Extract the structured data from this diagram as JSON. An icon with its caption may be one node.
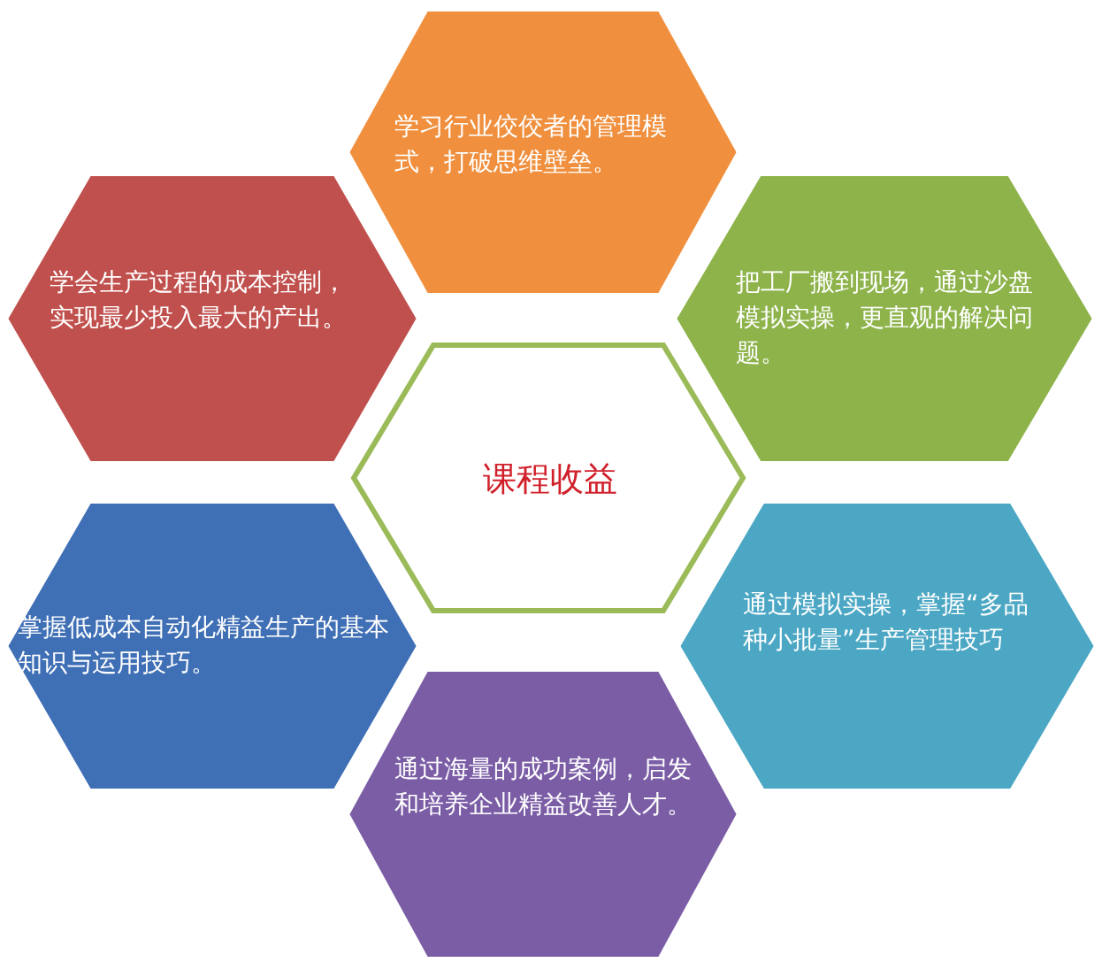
{
  "diagram": {
    "nodes": [
      {
        "text": [
          "学习行业佼佼者的管理模式，打破思维壁垒。"
        ]
      },
      {
        "text": [
          "学会生产过程的成本控制，实现最少投入最大的产出。"
        ]
      },
      {
        "text": [
          "把工厂搬到现场，通过沙盘模拟实操，更直观的解决问题。"
        ]
      },
      {
        "text": [
          "课程收益"
        ]
      },
      {
        "text": [
          "掌握低成本自动化精益生产的基本知识与运用技巧。"
        ]
      },
      {
        "text": [
          "通过模拟实操，掌握“多品种小批量”生产管理技巧"
        ]
      },
      {
        "text": [
          "通过海量的成功案例，启发和培养企业精益改善人才。"
        ]
      }
    ]
  }
}
